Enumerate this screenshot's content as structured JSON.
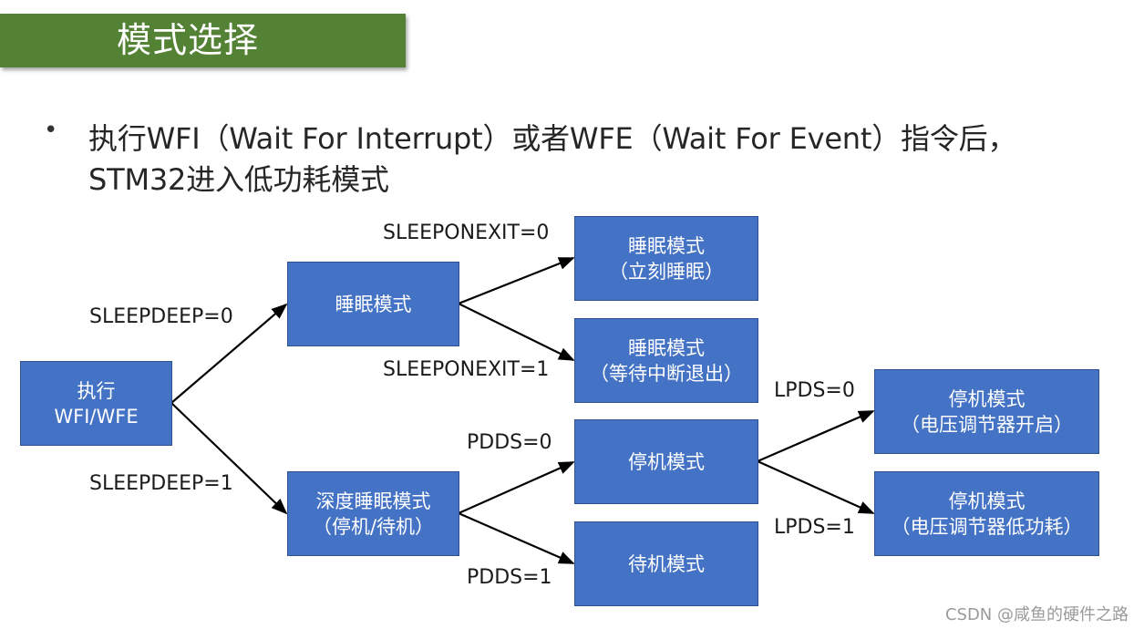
{
  "title": "模式选择",
  "bullet": {
    "line1": "执行WFI（Wait For Interrupt）或者WFE（Wait For Event）指令后，",
    "line2": "STM32进入低功耗模式"
  },
  "nodes": {
    "exec": {
      "line1": "执行",
      "line2": "WFI/WFE"
    },
    "sleep": {
      "line1": "睡眠模式"
    },
    "deepsleep": {
      "line1": "深度睡眠模式",
      "line2": "（停机/待机）"
    },
    "sleep_now": {
      "line1": "睡眠模式",
      "line2": "（立刻睡眠）"
    },
    "sleep_exit": {
      "line1": "睡眠模式",
      "line2": "（等待中断退出）"
    },
    "stop": {
      "line1": "停机模式"
    },
    "standby": {
      "line1": "待机模式"
    },
    "stop_reg_on": {
      "line1": "停机模式",
      "line2": "（电压调节器开启）"
    },
    "stop_reg_low": {
      "line1": "停机模式",
      "line2": "（电压调节器低功耗）"
    }
  },
  "edge_labels": {
    "sleepdeep0": "SLEEPDEEP=0",
    "sleepdeep1": "SLEEPDEEP=1",
    "sleeponexit0": "SLEEPONEXIT=0",
    "sleeponexit1": "SLEEPONEXIT=1",
    "pdds0": "PDDS=0",
    "pdds1": "PDDS=1",
    "lpds0": "LPDS=0",
    "lpds1": "LPDS=1"
  },
  "watermark": "CSDN @咸鱼的硬件之路",
  "colors": {
    "title_bg": "#548235",
    "node_fill": "#4472c4",
    "node_border": "#2f528f",
    "arrow": "#000000"
  }
}
